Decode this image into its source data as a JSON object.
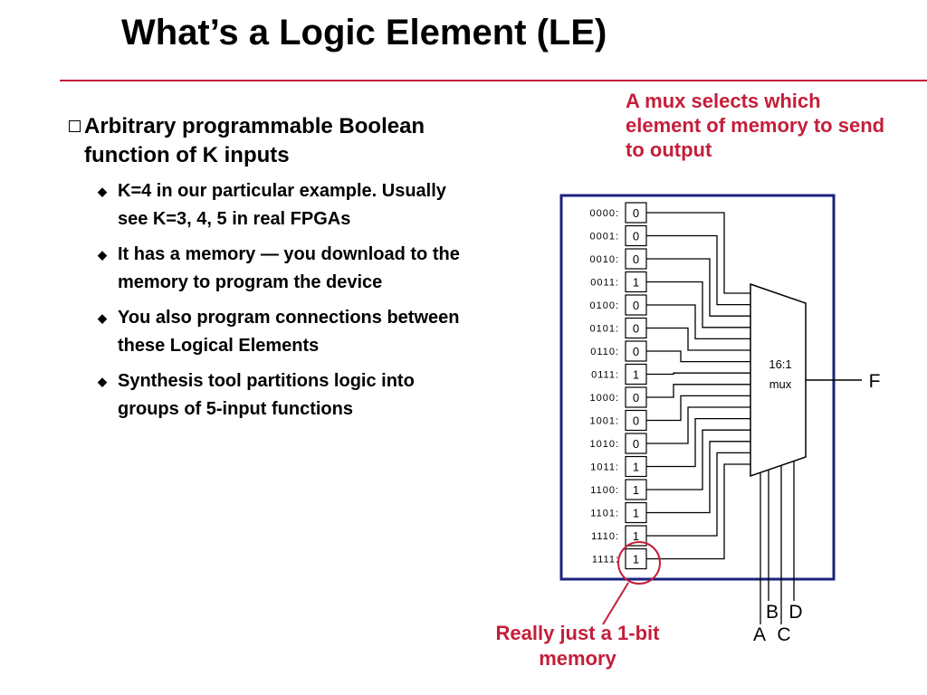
{
  "title": "What’s a Logic Element (LE)",
  "bullets": {
    "main": "Arbitrary programmable Boolean function of K inputs",
    "subs": [
      "K=4 in our particular example. Usually see K=3, 4, 5 in real FPGAs",
      "It has a memory — you download to the memory to program the device",
      "You also program connections between these Logical Elements",
      "Synthesis tool partitions logic into groups of 5-input functions"
    ]
  },
  "callouts": {
    "mux_note": "A mux selects which element of memory to send to output",
    "memory_note": "Really just a 1-bit memory"
  },
  "diagram": {
    "rows": [
      {
        "addr": "0000:",
        "bit": "0"
      },
      {
        "addr": "0001:",
        "bit": "0"
      },
      {
        "addr": "0010:",
        "bit": "0"
      },
      {
        "addr": "0011:",
        "bit": "1"
      },
      {
        "addr": "0100:",
        "bit": "0"
      },
      {
        "addr": "0101:",
        "bit": "0"
      },
      {
        "addr": "0110:",
        "bit": "0"
      },
      {
        "addr": "0111:",
        "bit": "1"
      },
      {
        "addr": "1000:",
        "bit": "0"
      },
      {
        "addr": "1001:",
        "bit": "0"
      },
      {
        "addr": "1010:",
        "bit": "0"
      },
      {
        "addr": "1011:",
        "bit": "1"
      },
      {
        "addr": "1100:",
        "bit": "1"
      },
      {
        "addr": "1101:",
        "bit": "1"
      },
      {
        "addr": "1110:",
        "bit": "1"
      },
      {
        "addr": "1111:",
        "bit": "1"
      }
    ],
    "mux_label_line1": "16:1",
    "mux_label_line2": "mux",
    "output_label": "F",
    "select_labels": {
      "a": "A",
      "b": "B",
      "c": "C",
      "d": "D"
    }
  },
  "colors": {
    "accent_red": "#c41e3a",
    "frame_blue": "#1a237e"
  }
}
